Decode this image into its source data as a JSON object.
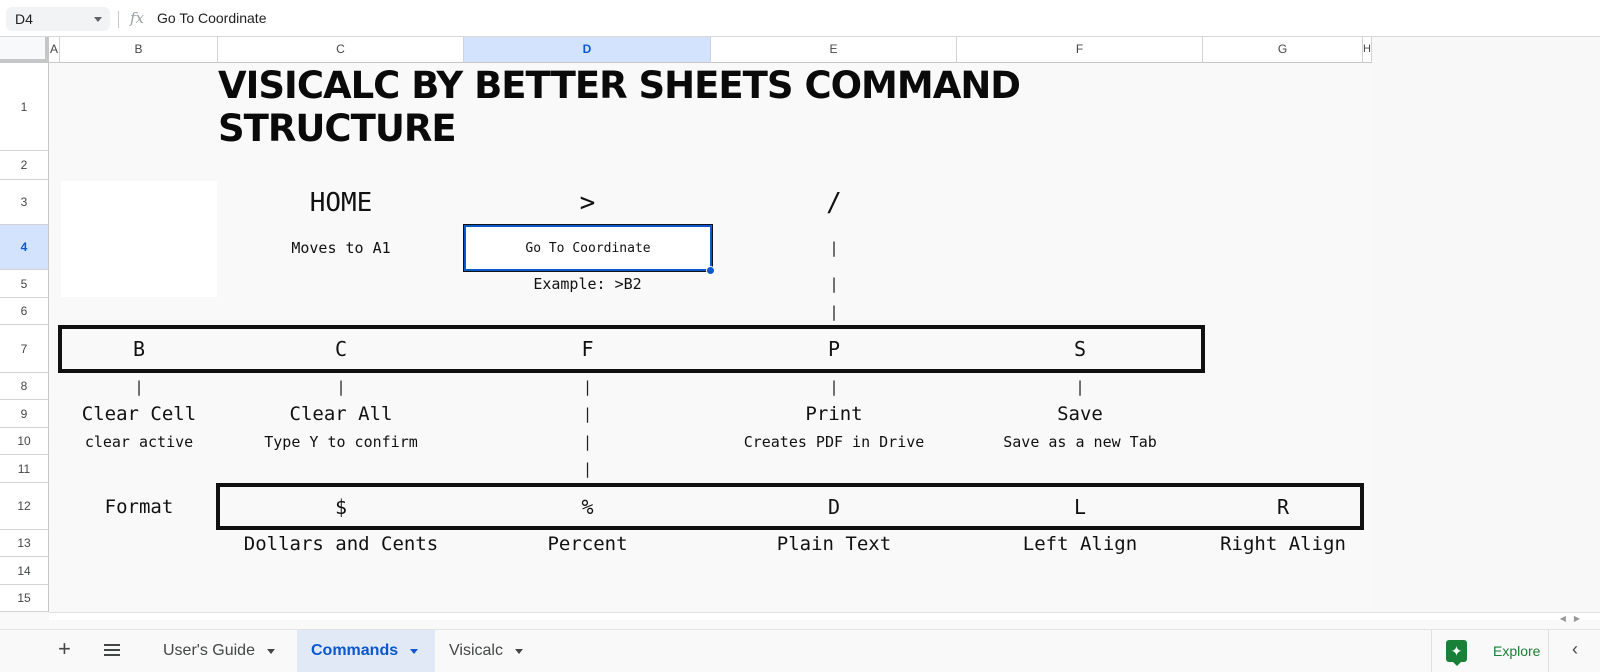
{
  "formula_bar": {
    "name_box": "D4",
    "fx_icon": "fx",
    "formula": "Go To Coordinate"
  },
  "columns": [
    "A",
    "B",
    "C",
    "D",
    "E",
    "F",
    "G",
    "H"
  ],
  "selected_column": "D",
  "rows": [
    "1",
    "2",
    "3",
    "4",
    "5",
    "6",
    "7",
    "8",
    "9",
    "10",
    "11",
    "12",
    "13",
    "14",
    "15"
  ],
  "selected_row": "4",
  "sheet": {
    "title": "VISICALC BY BETTER SHEETS COMMAND STRUCTURE",
    "top_commands": {
      "home": {
        "key": "HOME",
        "desc": "Moves to A1"
      },
      "goto": {
        "key": ">",
        "desc": "Go To Coordinate",
        "example": "Example: >B2"
      },
      "slash": {
        "key": "/"
      }
    },
    "pipe": "|",
    "slash_menu": [
      {
        "key": "B",
        "name": "Clear Cell",
        "desc": "clear active"
      },
      {
        "key": "C",
        "name": "Clear All",
        "desc": "Type Y to confirm"
      },
      {
        "key": "F",
        "name": "",
        "desc": ""
      },
      {
        "key": "P",
        "name": "Print",
        "desc": "Creates PDF in Drive"
      },
      {
        "key": "S",
        "name": "Save",
        "desc": "Save as a new Tab"
      }
    ],
    "format_label": "Format",
    "format_menu": [
      {
        "key": "$",
        "desc": "Dollars and Cents"
      },
      {
        "key": "%",
        "desc": "Percent"
      },
      {
        "key": "D",
        "desc": "Plain Text"
      },
      {
        "key": "L",
        "desc": "Left Align"
      },
      {
        "key": "R",
        "desc": "Right Align"
      }
    ]
  },
  "tabs": {
    "add_label": "+",
    "items": [
      {
        "label": "User's Guide",
        "active": false
      },
      {
        "label": "Commands",
        "active": true
      },
      {
        "label": "Visicalc",
        "active": false
      }
    ],
    "explore_label": "Explore",
    "collapse_icon": "‹"
  },
  "colors": {
    "selection": "#0b57d0",
    "header_selected_bg": "#d3e3fd",
    "explore_green": "#188038"
  }
}
